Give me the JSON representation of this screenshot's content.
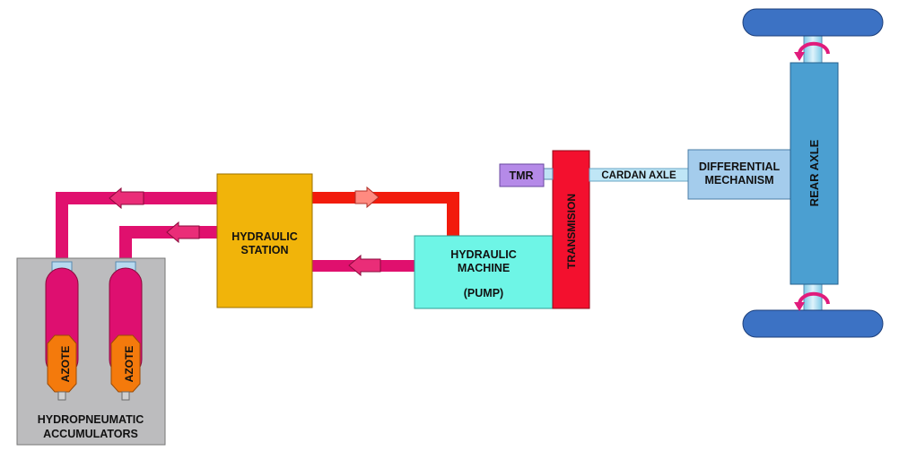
{
  "labels": {
    "hydraulic_station_line1": "HYDRAULIC",
    "hydraulic_station_line2": "STATION",
    "hydraulic_machine_line1": "HYDRAULIC",
    "hydraulic_machine_line2": "MACHINE",
    "hydraulic_machine_line3": "(PUMP)",
    "transmision": "TRANSMISION",
    "tmr": "TMR",
    "cardan_axle": "CARDAN AXLE",
    "differential_line1": "DIFFERENTIAL",
    "differential_line2": "MECHANISM",
    "rear_axle": "REAR AXLE",
    "azote_left": "AZOTE",
    "azote_right": "AZOTE",
    "accumulators_line1": "HYDROPNEUMATIC",
    "accumulators_line2": "ACCUMULATORS"
  },
  "colors": {
    "magenta_pipe": "#e0106e",
    "red_pipe": "#f21b0c",
    "hydraulic_station": "#f1b40a",
    "hydraulic_machine": "#6ef5e6",
    "transmision": "#f3102e",
    "tmr": "#b58ae8",
    "differential": "#a4ccec",
    "rear_axle": "#4b9fd1",
    "wheel": "#3c72c4",
    "accumulator_box": "#bcbcbe",
    "accumulator_body": "#de0f70",
    "azote": "#f47a0c",
    "arrow_magenta": "#ea2d78",
    "arrow_salmon": "#ff8a80"
  }
}
